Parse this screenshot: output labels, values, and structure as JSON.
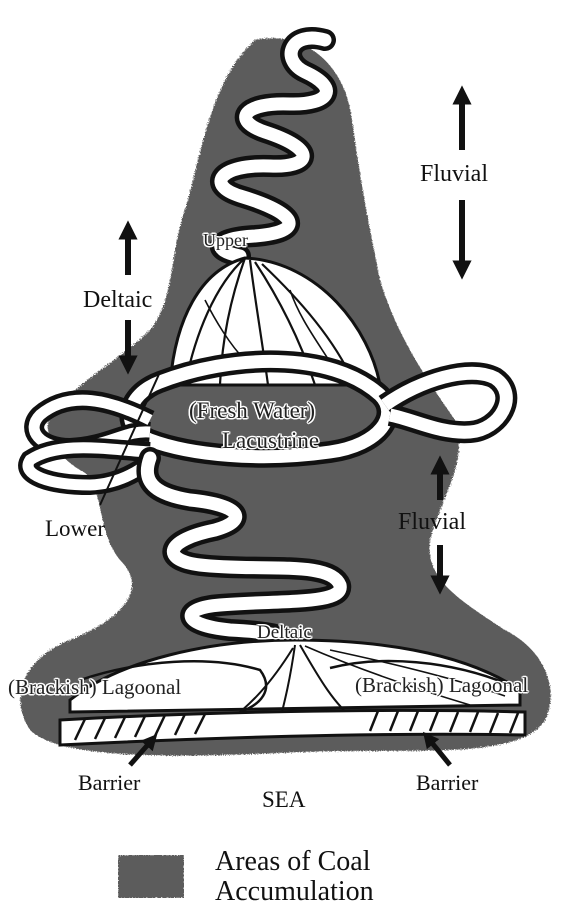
{
  "diagram": {
    "labels": {
      "fluvial_top": "Fluvial",
      "upper": "Upper",
      "deltaic_left": "Deltaic",
      "fresh_water": "(Fresh Water)",
      "lacustrine": "Lacustrine",
      "lower": "Lower",
      "fluvial_mid": "Fluvial",
      "deltaic_bottom": "Deltaic",
      "brackish_left": "(Brackish) Lagoonal",
      "brackish_right": "(Brackish) Lagoonal",
      "barrier_left": "Barrier",
      "sea": "SEA",
      "barrier_right": "Barrier"
    },
    "legend": {
      "line1": "Areas of Coal",
      "line2": "Accumulation"
    },
    "colors": {
      "coal_area": "#5c5c5c",
      "channel_outline": "#111111",
      "channel_fill": "#ffffff"
    }
  }
}
